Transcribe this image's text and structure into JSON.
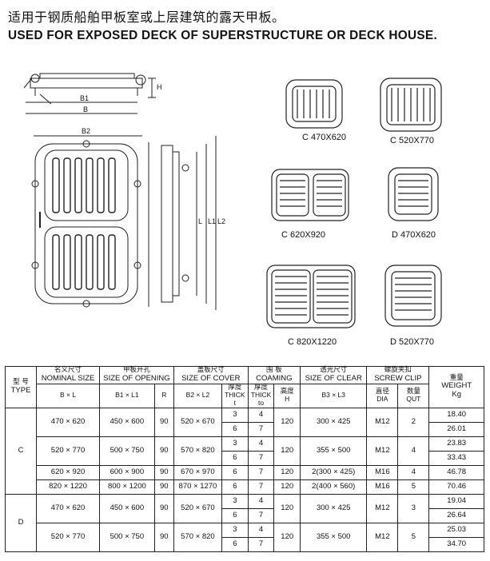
{
  "header": {
    "title_cn": "适用于钢质船舶甲板室或上层建筑的露天甲板。",
    "title_en": "USED FOR EXPOSED DECK OF SUPERSTRUCTURE OR DECK HOUSE."
  },
  "drawing": {
    "dim_b1": "B1",
    "dim_b": "B",
    "dim_b2": "B2",
    "dim_h": "H",
    "dim_l": "L",
    "dim_l1": "L1",
    "dim_l2": "L2"
  },
  "thumbs": [
    {
      "label": "C  470X620"
    },
    {
      "label": "C  520X770"
    },
    {
      "label": "C  620X920"
    },
    {
      "label": "D  470X620"
    },
    {
      "label": "C  820X1220"
    },
    {
      "label": "D  520X770"
    }
  ],
  "table": {
    "headers": {
      "type_cn": "型  号",
      "type_en": "TYPE",
      "nominal_cn": "名义尺寸",
      "nominal_en": "NOMINAL SIZE",
      "opening_cn": "甲板开孔",
      "opening_en": "SIZE OF OPENING",
      "cover_cn": "盖板尺寸",
      "cover_en": "SIZE OF COVER",
      "coaming_cn": "围  板",
      "coaming_en": "COAMING",
      "clear_cn": "透光尺寸",
      "clear_en": "SIZE OF CLEAR",
      "clip_cn": "螺旋夹扣",
      "clip_en": "SCREW CLIP",
      "weight_cn": "重量",
      "weight_en": "WEIGHT",
      "weight_unit": "Kg",
      "bxl": "B × L",
      "b1l1": "B1 × L1",
      "r": "R",
      "b2l2": "B2 × L2",
      "cover_thick_cn": "厚度",
      "cover_thick_en": "THICK",
      "cover_thick_sym": "t",
      "coaming_thick_cn": "厚度",
      "coaming_thick_en": "THICK",
      "coaming_thick_sym": "to",
      "height_cn": "高度",
      "height_sym": "H",
      "b3l3": "B3 × L3",
      "dia_cn": "直径",
      "dia_en": "DIA",
      "qut_cn": "数量",
      "qut_en": "QUT"
    },
    "type_c": "C",
    "type_d": "D",
    "rows": [
      {
        "nominal": "470 × 620",
        "opening": "450 × 600",
        "r": "90",
        "cover": "520 × 670",
        "t": [
          "3",
          "6"
        ],
        "to": [
          "4",
          "7"
        ],
        "h": "120",
        "clear": "300 × 425",
        "dia": "M12",
        "qut": "2",
        "weight": [
          "18.40",
          "26.01"
        ]
      },
      {
        "nominal": "520 × 770",
        "opening": "500 × 750",
        "r": "90",
        "cover": "570 × 820",
        "t": [
          "3",
          "6"
        ],
        "to": [
          "4",
          "7"
        ],
        "h": "120",
        "clear": "355 × 500",
        "dia": "M12",
        "qut": "4",
        "weight": [
          "23.83",
          "33.43"
        ]
      },
      {
        "nominal": "620 × 920",
        "opening": "600 × 900",
        "r": "90",
        "cover": "670 × 970",
        "t": [
          "6"
        ],
        "to": [
          "7"
        ],
        "h": "120",
        "clear": "2(300 × 425)",
        "dia": "M16",
        "qut": "4",
        "weight": [
          "46.78"
        ]
      },
      {
        "nominal": "820 × 1220",
        "opening": "800 × 1200",
        "r": "90",
        "cover": "870 × 1270",
        "t": [
          "6"
        ],
        "to": [
          "7"
        ],
        "h": "120",
        "clear": "2(400 × 560)",
        "dia": "M16",
        "qut": "5",
        "weight": [
          "70.46"
        ]
      },
      {
        "nominal": "470 × 620",
        "opening": "450 × 600",
        "r": "90",
        "cover": "520 × 670",
        "t": [
          "3",
          "6"
        ],
        "to": [
          "4",
          "7"
        ],
        "h": "120",
        "clear": "300 × 425",
        "dia": "M12",
        "qut": "3",
        "weight": [
          "19.04",
          "26.64"
        ]
      },
      {
        "nominal": "520 × 770",
        "opening": "500 × 750",
        "r": "90",
        "cover": "570 × 820",
        "t": [
          "3",
          "6"
        ],
        "to": [
          "4",
          "7"
        ],
        "h": "120",
        "clear": "355 × 500",
        "dia": "M12",
        "qut": "5",
        "weight": [
          "25.03",
          "34.70"
        ]
      }
    ]
  }
}
